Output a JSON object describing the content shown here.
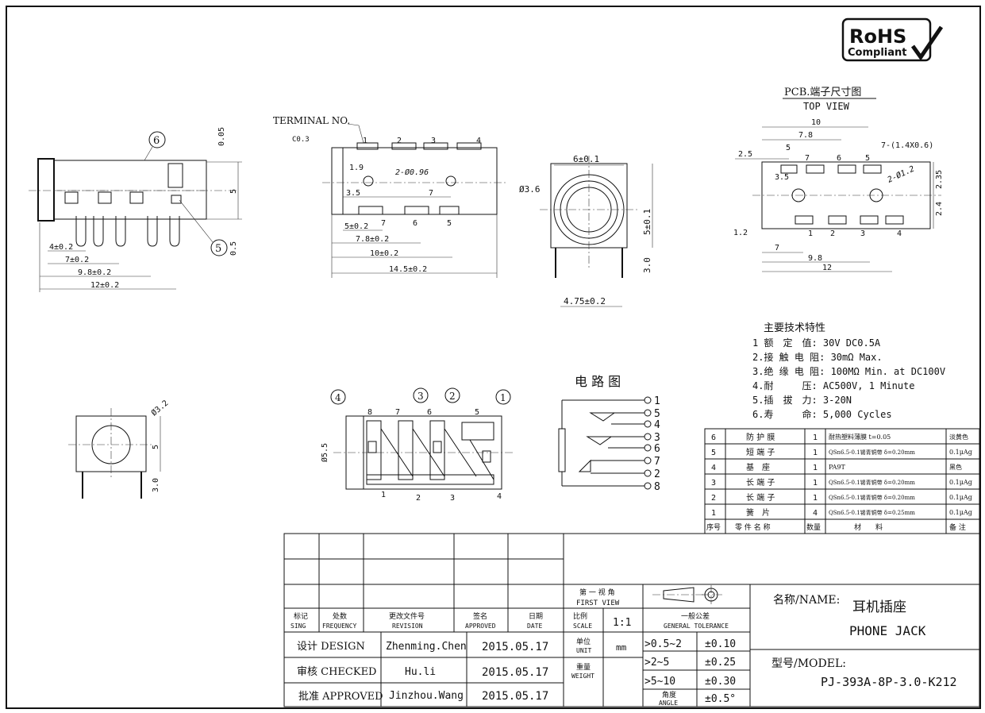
{
  "rohs": {
    "line1": "RoHS",
    "line2": "Compliant"
  },
  "side_view": {
    "callouts": [
      "6",
      "5"
    ],
    "dims": [
      "0.05",
      "5",
      "0.5",
      "4±0.2",
      "7±0.2",
      "9.8±0.2",
      "12±0.2"
    ]
  },
  "front_view": {
    "terminal_label": "TERMINAL NO.",
    "chamfer": "C0.3",
    "top_pins": [
      "1",
      "2",
      "3",
      "4"
    ],
    "bottom_pins": [
      "7",
      "6",
      "5"
    ],
    "dims": [
      "1.9",
      "2-Ø0.96",
      "3.5",
      "7",
      "5±0.2",
      "7.8±0.2",
      "10±0.2",
      "14.5±0.2"
    ]
  },
  "end_view": {
    "dims": [
      "6±0.1",
      "Ø3.6",
      "5±0.1",
      "3.0",
      "4.75±0.2"
    ]
  },
  "pcb": {
    "title": "PCB.端子尺寸图",
    "subtitle": "TOP VIEW",
    "dims": [
      "10",
      "7.8",
      "2.5",
      "5",
      "7-(1.4X0.6)",
      "3.5",
      "7",
      "6",
      "5",
      "2-Ø1.2",
      "2.35",
      "2.4",
      "1.2",
      "7",
      "9.8",
      "12"
    ],
    "pins": [
      "1",
      "2",
      "3",
      "4"
    ]
  },
  "small_view": {
    "dims": [
      "Ø3.2",
      "5",
      "3.0"
    ]
  },
  "internal_view": {
    "callouts": [
      "4",
      "3",
      "2",
      "1"
    ],
    "top_pins": [
      "8",
      "7",
      "6",
      "5"
    ],
    "bottom_pins": [
      "1",
      "2",
      "3",
      "4"
    ],
    "dim": "Ø5.5"
  },
  "circuit": {
    "title": "电 路 图",
    "pins": [
      "1",
      "5",
      "4",
      "3",
      "6",
      "7",
      "2",
      "8"
    ]
  },
  "specs": {
    "title": "主要技术特性",
    "items": [
      "1 额　定　值: 30V DC0.5A",
      "2.接 触 电 阻: 30mΩ Max.",
      "3.绝 缘 电 阻: 100MΩ Min. at DC100V",
      "4.耐　　　压: AC500V, 1 Minute",
      "5.插　拔　力: 3-20N",
      "6.寿　　　命: 5,000 Cycles"
    ]
  },
  "bom": {
    "rows": [
      [
        "6",
        "防 护 膜",
        "1",
        "耐热塑料薄膜 t=0.05",
        "淡黄色"
      ],
      [
        "5",
        "短 端 子",
        "1",
        "QSn6.5-0.1锡青铜带 δ=0.20mm",
        "0.1μAg"
      ],
      [
        "4",
        "基　座",
        "1",
        "PA9T",
        "黑色"
      ],
      [
        "3",
        "长 端 子",
        "1",
        "QSn6.5-0.1锡青铜带 δ=0.20mm",
        "0.1μAg"
      ],
      [
        "2",
        "长 端 子",
        "1",
        "QSn6.5-0.1锡青铜带 δ=0.20mm",
        "0.1μAg"
      ],
      [
        "1",
        "簧　片",
        "4",
        "QSn6.5-0.1锡青铜带 δ=0.25mm",
        "0.1μAg"
      ]
    ],
    "header": [
      "序号",
      "零 件 名 称",
      "数量",
      "材　　料",
      "备 注"
    ]
  },
  "title_block": {
    "sign": [
      "标记",
      "SING"
    ],
    "freq": [
      "处数",
      "FREQUENCY"
    ],
    "revision": [
      "更改文件号",
      "REVISION"
    ],
    "approved": [
      "签名",
      "APPROVED"
    ],
    "date": [
      "日期",
      "DATE"
    ],
    "first_view": [
      "第 一 视 角",
      "FIRST VIEW"
    ],
    "scale": [
      "比例",
      "SCALE"
    ],
    "scale_val": "1:1",
    "tolerance": [
      "一般公差",
      "GENERAL TOLERANCE"
    ],
    "unit": [
      "单位",
      "UNIT"
    ],
    "unit_val": "mm",
    "weight": [
      "重量",
      "WEIGHT"
    ],
    "angle": [
      "角度",
      "ANGLE"
    ],
    "tol_rows": [
      [
        ">0.5~2",
        "±0.10"
      ],
      [
        ">2~5",
        "±0.25"
      ],
      [
        ">5~10",
        "±0.30"
      ],
      [
        "",
        "±0.5°"
      ]
    ],
    "design": {
      "label": "设计 DESIGN",
      "name": "Zhenming.Chen",
      "date": "2015.05.17"
    },
    "checked": {
      "label": "审核 CHECKED",
      "name": "Hu.li",
      "date": "2015.05.17"
    },
    "approve": {
      "label": "批准 APPROVED",
      "name": "Jinzhou.Wang",
      "date": "2015.05.17"
    },
    "name_label": "名称/NAME:",
    "name_cn": "耳机插座",
    "name_en": "PHONE JACK",
    "model_label": "型号/MODEL:",
    "model": "PJ-393A-8P-3.0-K212"
  }
}
